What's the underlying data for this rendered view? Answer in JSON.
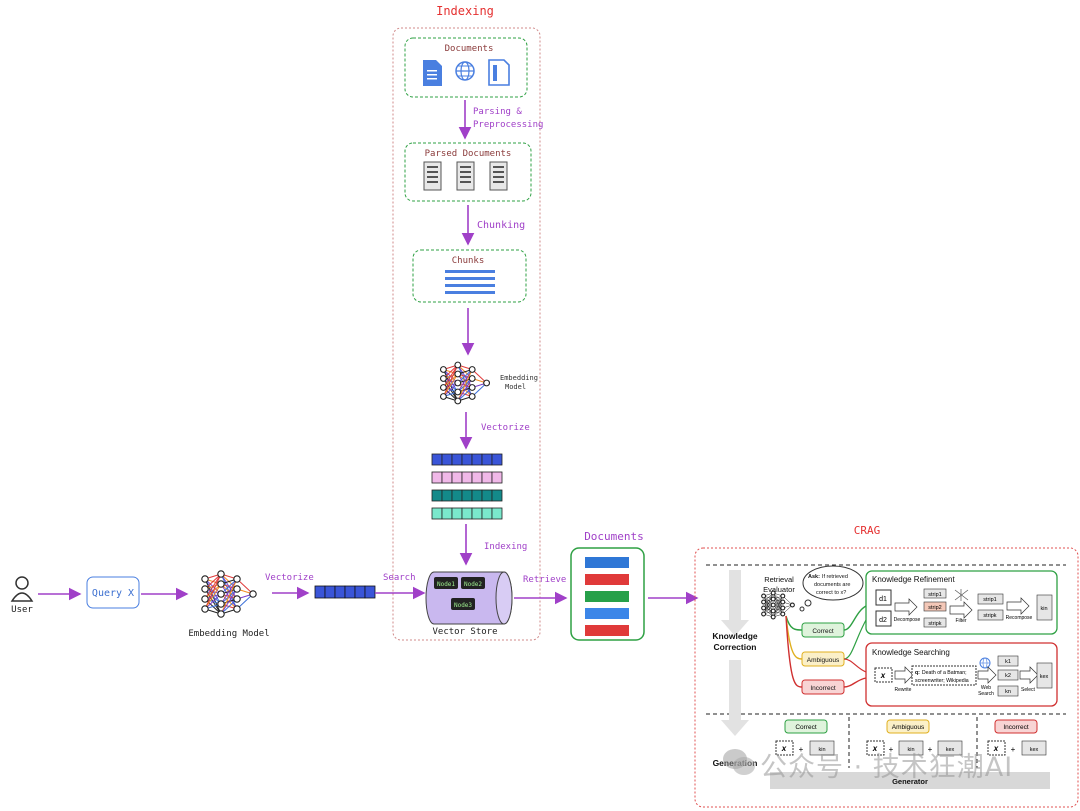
{
  "colors": {
    "purple": "#a040c8",
    "red_title": "#e53030",
    "green_dash": "#2ea043",
    "indexing_border": "#d08a8a",
    "crag_border": "#e05050"
  },
  "indexing": {
    "title": "Indexing",
    "documents_label": "Documents",
    "parsing_label_1": "Parsing &",
    "parsing_label_2": "Preprocessing",
    "parsed_label": "Parsed Documents",
    "chunking_label": "Chunking",
    "chunks_label": "Chunks",
    "embedding_label_1": "Embedding",
    "embedding_label_2": "Model",
    "vectorize_label": "Vectorize",
    "indexing_arrow_label": "Indexing"
  },
  "query_flow": {
    "user_label": "User",
    "query_label": "Query X",
    "embedding_model_label": "Embedding Model",
    "vectorize_label": "Vectorize",
    "search_label": "Search",
    "vector_store_label": "Vector Store",
    "node1": "Node1",
    "node2": "Node2",
    "node3": "Node3",
    "retrieve_label": "Retrieve",
    "documents_label": "Documents"
  },
  "crag": {
    "title": "CRAG",
    "retrieval_evaluator_1": "Retrieval",
    "retrieval_evaluator_2": "Evaluator",
    "ask_bold": "Ask:",
    "ask_1": "If retrieved",
    "ask_2": "documents are",
    "ask_3": "correct to x?",
    "knowledge_correction_1": "Knowledge",
    "knowledge_correction_2": "Correction",
    "correct": "Correct",
    "ambiguous": "Ambiguous",
    "incorrect": "Incorrect",
    "refinement_title": "Knowledge Refinement",
    "d1": "d1",
    "d2": "d2",
    "decompose": "Decompose",
    "filter": "Filter",
    "recompose": "Recompose",
    "strip1": "strip1",
    "strip2": "strip2",
    "stripk": "stripk",
    "kin": "kin",
    "searching_title": "Knowledge Searching",
    "x": "x",
    "rewrite": "Rewrite",
    "q_bold": "q:",
    "q_text_1": "Death of a Batman;",
    "q_text_2": "screenwriter; Wikipedia",
    "web_search_1": "Web",
    "web_search_2": "Search",
    "k1": "k1",
    "k2": "k2",
    "kn": "kn",
    "select": "Select",
    "kex": "kex",
    "generation": "Generation",
    "generator": "Generator",
    "plus": "+"
  },
  "watermark": "公众号 · 技术狂潮AI"
}
